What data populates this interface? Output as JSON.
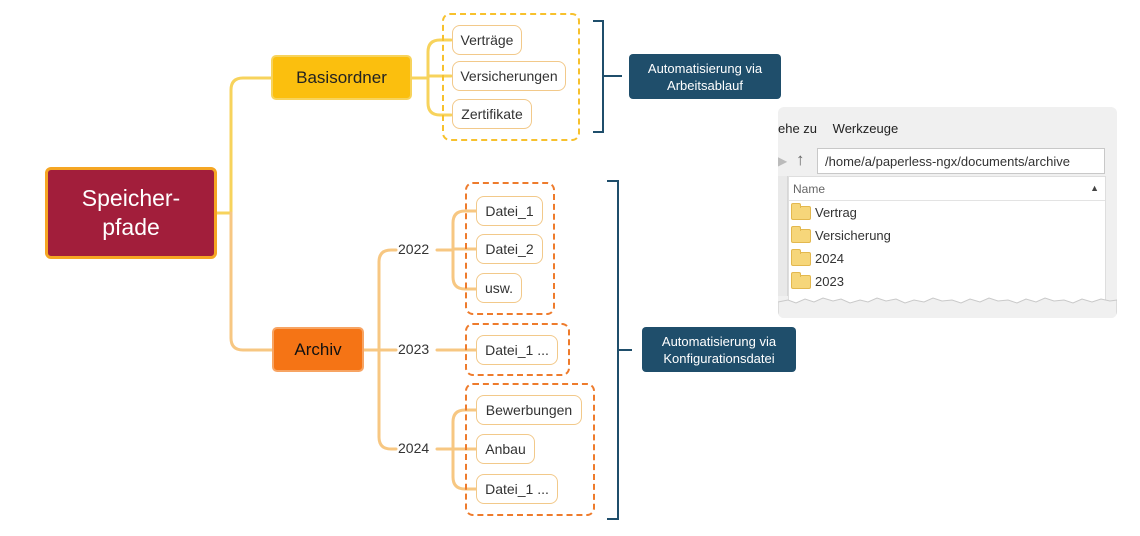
{
  "root": {
    "line1": "Speicher-",
    "line2": "pfade"
  },
  "basisordner": {
    "label": "Basisordner",
    "items": [
      "Verträge",
      "Versicherungen",
      "Zertifikate"
    ],
    "automation": {
      "line1": "Automatisierung via",
      "line2": "Arbeitsablauf"
    }
  },
  "archiv": {
    "label": "Archiv",
    "years": [
      {
        "year": "2022",
        "items": [
          "Datei_1",
          "Datei_2",
          "usw."
        ]
      },
      {
        "year": "2023",
        "items": [
          "Datei_1 ..."
        ]
      },
      {
        "year": "2024",
        "items": [
          "Bewerbungen",
          "Anbau",
          "Datei_1 ..."
        ]
      }
    ],
    "automation": {
      "line1": "Automatisierung via",
      "line2": "Konfigurationsdatei"
    }
  },
  "file_manager": {
    "menu": [
      "ehe zu",
      "Werkzeuge"
    ],
    "path": "/home/a/paperless-ngx/documents/archive",
    "column_header": "Name",
    "folders": [
      "Vertrag",
      "Versicherung",
      "2024",
      "2023"
    ],
    "icons": {
      "back": "back-arrow-icon",
      "up": "up-arrow-icon",
      "sort": "sort-asc-icon",
      "folder": "folder-icon"
    }
  },
  "colors": {
    "root": "#a21e3b",
    "basisordner": "#fbbf0e",
    "archiv": "#f57415",
    "badge": "#1f4e6b",
    "connector_yellow": "#f7d35c",
    "connector_orange": "#f7b567"
  }
}
